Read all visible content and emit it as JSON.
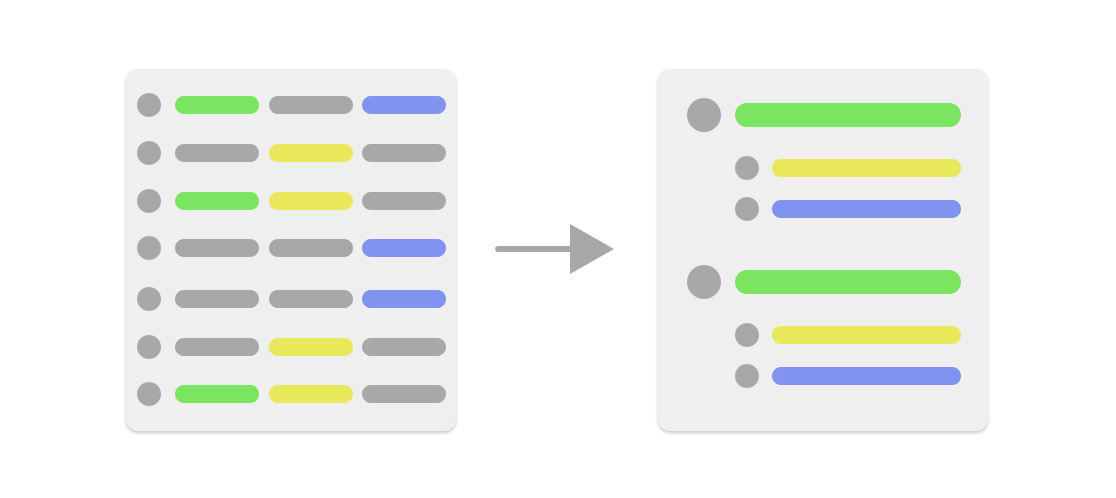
{
  "colors": {
    "card_bg": "#efefef",
    "neutral": "#a8a8a8",
    "green": "#7be562",
    "yellow": "#e8e85a",
    "blue": "#8093ee",
    "arrow": "#a8a8a8"
  },
  "source_table": {
    "rows": [
      [
        "green",
        "neutral",
        "blue"
      ],
      [
        "neutral",
        "yellow",
        "neutral"
      ],
      [
        "green",
        "yellow",
        "neutral"
      ],
      [
        "neutral",
        "neutral",
        "blue"
      ],
      [
        "neutral",
        "neutral",
        "blue"
      ],
      [
        "neutral",
        "yellow",
        "neutral"
      ],
      [
        "green",
        "yellow",
        "neutral"
      ]
    ]
  },
  "grouped_view": {
    "groups": [
      {
        "header": "green",
        "children": [
          "yellow",
          "blue"
        ]
      },
      {
        "header": "green",
        "children": [
          "yellow",
          "blue"
        ]
      }
    ]
  },
  "arrow": {
    "icon": "right-arrow-icon"
  }
}
